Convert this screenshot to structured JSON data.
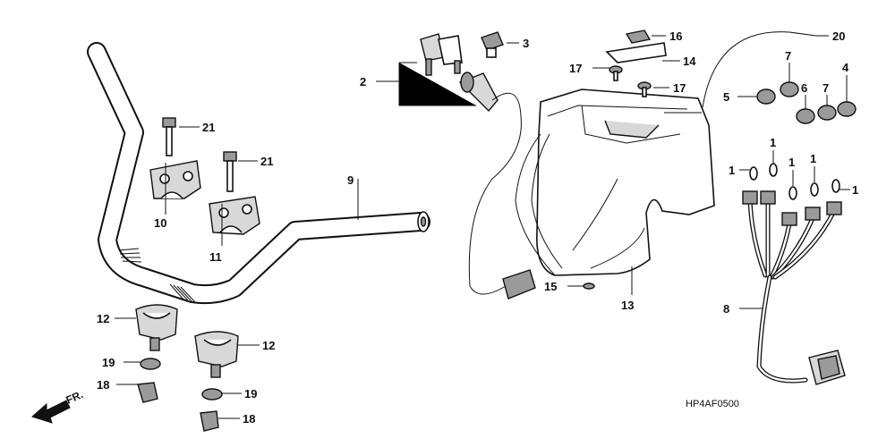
{
  "diagram_code": "HP4AF0500",
  "direction_label": "FR.",
  "callouts": {
    "c1a": "1",
    "c1b": "1",
    "c1c": "1",
    "c1d": "1",
    "c1e": "1",
    "c2": "2",
    "c3": "3",
    "c4": "4",
    "c5": "5",
    "c6": "6",
    "c7a": "7",
    "c7b": "7",
    "c8": "8",
    "c9": "9",
    "c10": "10",
    "c11": "11",
    "c12a": "12",
    "c12b": "12",
    "c13": "13",
    "c14": "14",
    "c15": "15",
    "c16": "16",
    "c17a": "17",
    "c17b": "17",
    "c18a": "18",
    "c18b": "18",
    "c19a": "19",
    "c19b": "19",
    "c20": "20",
    "c21a": "21",
    "c21b": "21"
  }
}
